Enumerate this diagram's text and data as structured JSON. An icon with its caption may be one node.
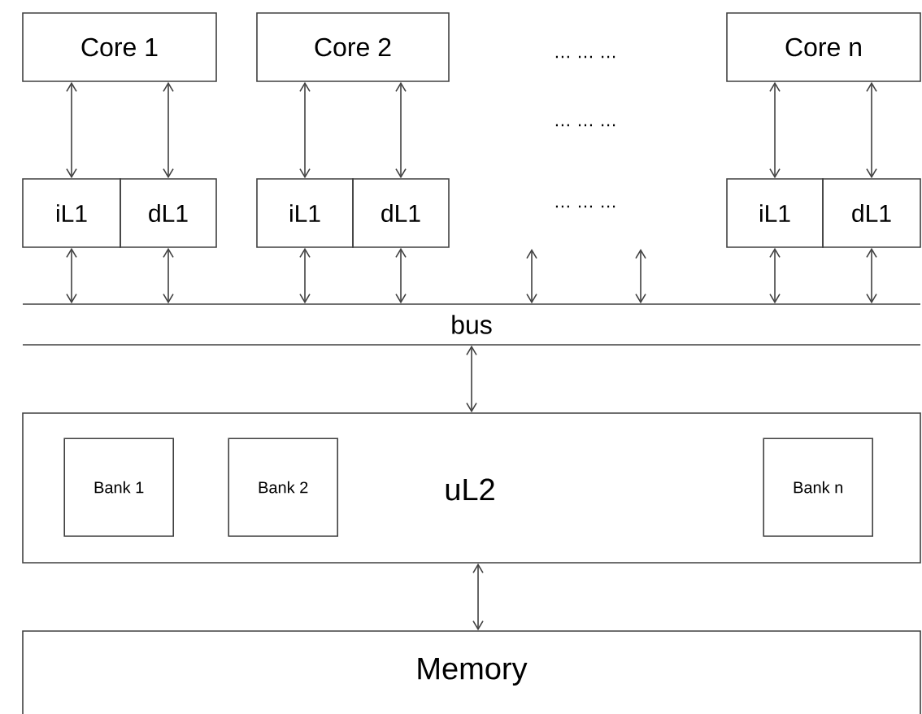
{
  "diagram": {
    "nodes": [
      {
        "text": [
          "Core 1"
        ]
      },
      {
        "text": [
          "Core 2"
        ]
      },
      {
        "text": [
          "Core n"
        ]
      },
      {
        "text": [
          "iL1"
        ]
      },
      {
        "text": [
          "dL1"
        ]
      },
      {
        "text": [
          "iL1"
        ]
      },
      {
        "text": [
          "dL1"
        ]
      },
      {
        "text": [
          "iL1"
        ]
      },
      {
        "text": [
          "dL1"
        ]
      },
      {
        "text": [
          "bus"
        ]
      },
      {
        "text": [
          "uL2"
        ]
      },
      {
        "text": [
          "Bank 1"
        ],
        "in": 10
      },
      {
        "text": [
          "Bank 2"
        ],
        "in": 10
      },
      {
        "text": [
          "Bank n"
        ],
        "in": 10
      },
      {
        "text": [
          "Memory"
        ]
      }
    ],
    "edges": [
      {
        "from": 0,
        "to": 3,
        "arrow": "both"
      },
      {
        "from": 0,
        "to": 4,
        "arrow": "both"
      },
      {
        "from": 1,
        "to": 5,
        "arrow": "both"
      },
      {
        "from": 1,
        "to": 6,
        "arrow": "both"
      },
      {
        "from": 2,
        "to": 7,
        "arrow": "both"
      },
      {
        "from": 2,
        "to": 8,
        "arrow": "both"
      },
      {
        "from": 3,
        "to": 9,
        "arrow": "both"
      },
      {
        "from": 4,
        "to": 9,
        "arrow": "both"
      },
      {
        "from": 5,
        "to": 9,
        "arrow": "both"
      },
      {
        "from": 6,
        "to": 9,
        "arrow": "both"
      },
      {
        "from": null,
        "to": 9,
        "arrow": "both"
      },
      {
        "from": null,
        "to": 9,
        "arrow": "both"
      },
      {
        "from": 7,
        "to": 9,
        "arrow": "both"
      },
      {
        "from": 8,
        "to": 9,
        "arrow": "both"
      },
      {
        "from": 9,
        "to": 10,
        "arrow": "both"
      },
      {
        "from": 10,
        "to": 14,
        "arrow": "both"
      }
    ],
    "labels": [
      "… … …",
      "… … …",
      "… … …"
    ]
  }
}
